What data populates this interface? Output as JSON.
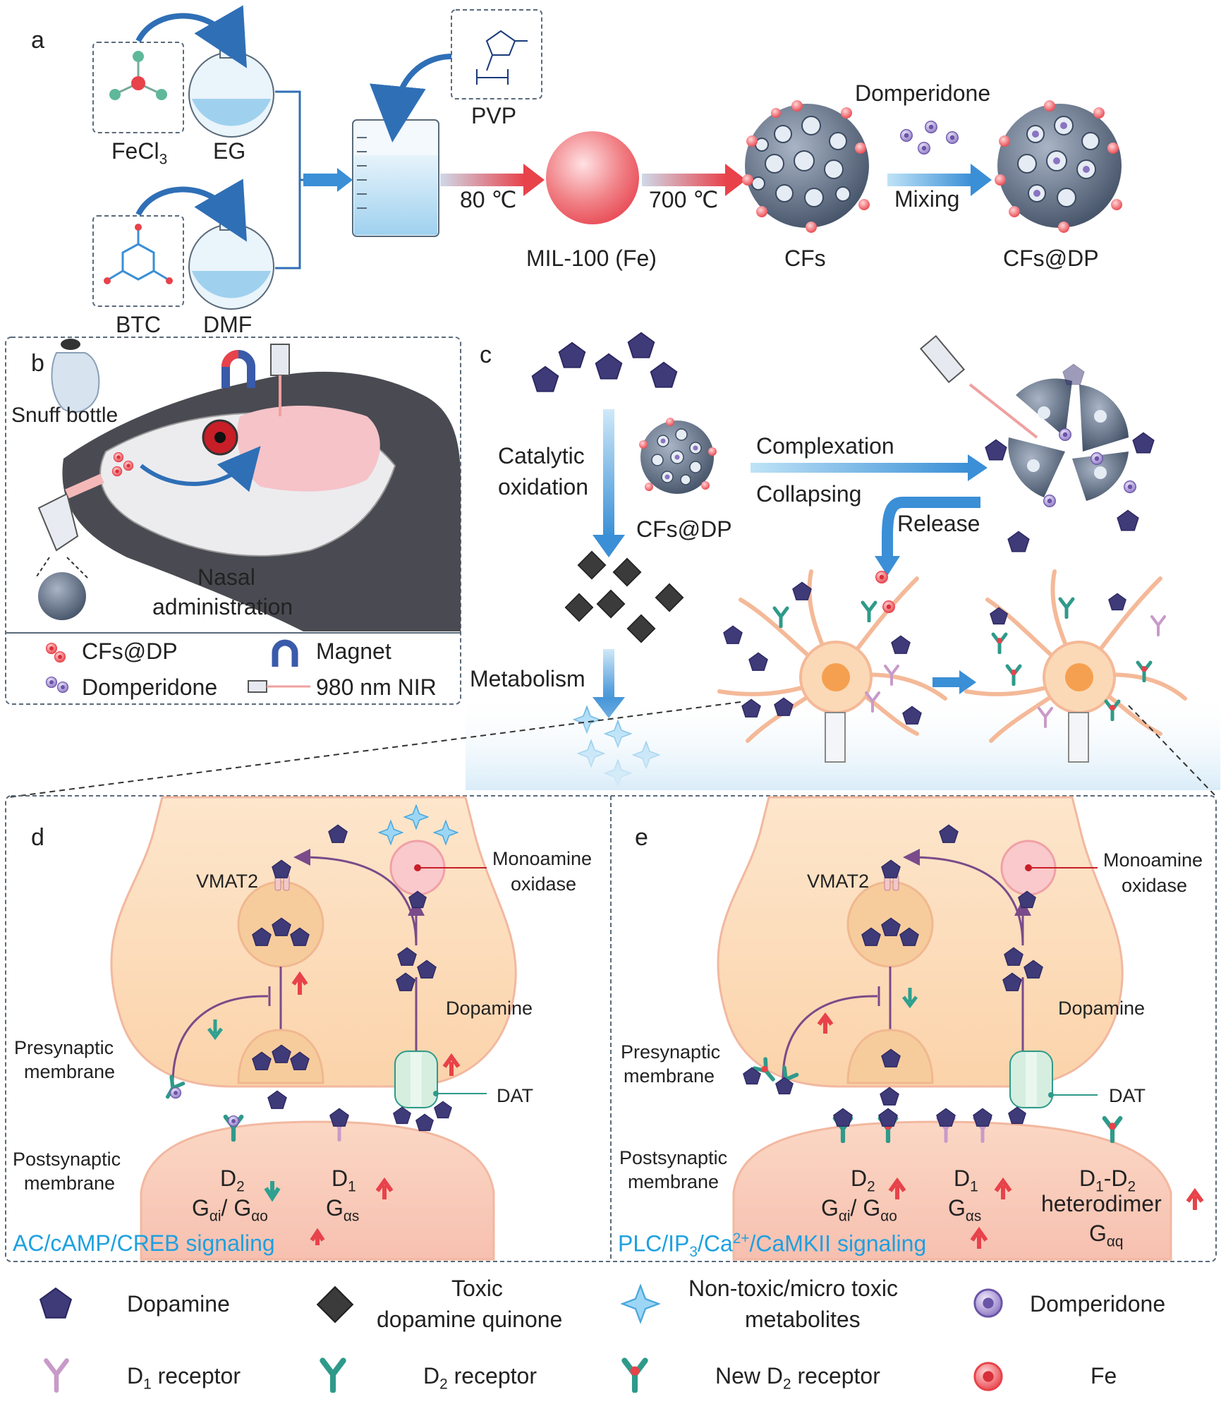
{
  "panels": {
    "a": "a",
    "b": "b",
    "c": "c",
    "d": "d",
    "e": "e"
  },
  "synthesis": {
    "fecl3": "FeCl",
    "fecl3_sub": "3",
    "eg": "EG",
    "btc": "BTC",
    "dmf": "DMF",
    "pvp": "PVP",
    "temp1": "80 ℃",
    "temp2": "700 ℃",
    "mil": "MIL-100 (Fe)",
    "cfs": "CFs",
    "domperidone": "Domperidone",
    "mixing": "Mixing",
    "cfsdp": "CFs@DP"
  },
  "panel_b": {
    "snuff_bottle": "Snuff bottle",
    "nasal1": "Nasal",
    "nasal2": "administration",
    "legend_cfsdp": "CFs@DP",
    "legend_magnet": "Magnet",
    "legend_domperidone": "Domperidone",
    "legend_nir": "980 nm NIR"
  },
  "panel_c": {
    "catalytic1": "Catalytic",
    "catalytic2": "oxidation",
    "cfsdp": "CFs@DP",
    "complexation": "Complexation",
    "collapsing": "Collapsing",
    "release": "Release",
    "metabolism": "Metabolism"
  },
  "panel_d": {
    "vmat2": "VMAT2",
    "mao1": "Monoamine",
    "mao2": "oxidase",
    "dopamine": "Dopamine",
    "pre1": "Presynaptic",
    "pre2": "membrane",
    "dat": "DAT",
    "post1": "Postsynaptic",
    "post2": "membrane",
    "d2": "D",
    "d2_sub": "2",
    "g_ai": "G",
    "g_ai_sub": "αi",
    "slash": "/ ",
    "g_ao": "G",
    "g_ao_sub": "αo",
    "d1": "D",
    "d1_sub": "1",
    "g_as": "G",
    "g_as_sub": "αs",
    "signaling": "AC/cAMP/CREB signaling"
  },
  "panel_e": {
    "vmat2": "VMAT2",
    "mao1": "Monoamine",
    "mao2": "oxidase",
    "dopamine": "Dopamine",
    "pre1": "Presynaptic",
    "pre2": "membrane",
    "dat": "DAT",
    "post1": "Postsynaptic",
    "post2": "membrane",
    "d2": "D",
    "d2_sub": "2",
    "g_ai": "G",
    "g_ai_sub": "αi",
    "slash": "/ ",
    "g_ao": "G",
    "g_ao_sub": "αo",
    "d1": "D",
    "d1_sub": "1",
    "g_as": "G",
    "g_as_sub": "αs",
    "het_d": "D",
    "het_1": "1",
    "het_dash": "-D",
    "het_2": "2",
    "heterodimer": "heterodimer",
    "g_aq": "G",
    "g_aq_sub": "αq",
    "sig_a": "PLC/IP",
    "sig_b": "3",
    "sig_c": "/Ca",
    "sig_d": "2+",
    "sig_e": "/CaMKII signaling"
  },
  "legend": {
    "dopamine": "Dopamine",
    "toxic1": "Toxic",
    "toxic2": "dopamine quinone",
    "nontoxic1": "Non-toxic/micro toxic",
    "nontoxic2": "metabolites",
    "domperidone": "Domperidone",
    "d1_a": "D",
    "d1_b": "1",
    "d1_c": " receptor",
    "d2_a": "D",
    "d2_b": "2",
    "d2_c": " receptor",
    "new_a": "New D",
    "new_b": "2",
    "new_c": " receptor",
    "fe": "Fe"
  },
  "colors": {
    "dopamine": "#3f3a78",
    "quinone": "#3b3b3b",
    "metabolite": "#9dd6f5",
    "domperidone": "#8a74c2",
    "fe": "#e8424a",
    "d1": "#c89ac8",
    "d2": "#2f9a8a",
    "arrow_blue": "#3a8fd6",
    "arrow_red": "#e8424a",
    "signal_text": "#1ea0e0",
    "neuron": "#fbd9b6"
  }
}
